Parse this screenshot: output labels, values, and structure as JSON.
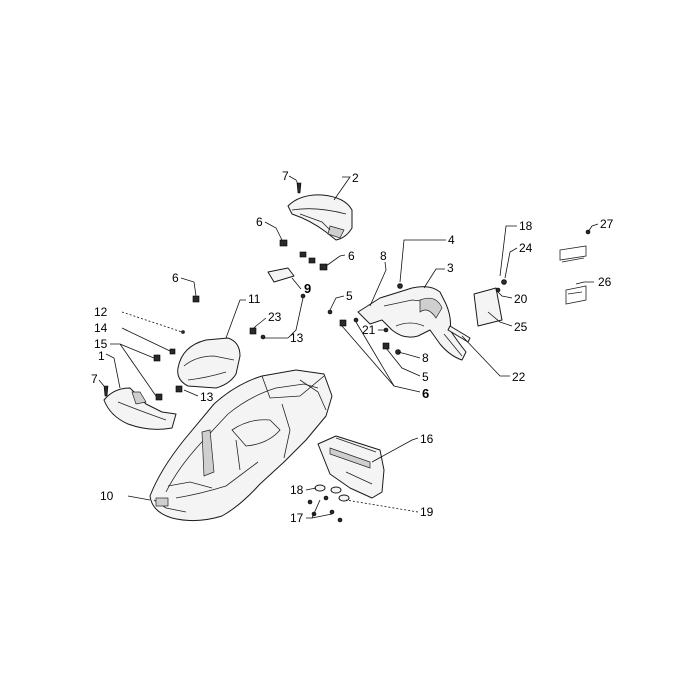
{
  "diagram": {
    "callouts": [
      {
        "id": "c1",
        "label": "1"
      },
      {
        "id": "c2",
        "label": "2"
      },
      {
        "id": "c3",
        "label": "3"
      },
      {
        "id": "c4",
        "label": "4"
      },
      {
        "id": "c5a",
        "label": "5"
      },
      {
        "id": "c5b",
        "label": "5"
      },
      {
        "id": "c6a",
        "label": "6"
      },
      {
        "id": "c6b",
        "label": "6"
      },
      {
        "id": "c6c",
        "label": "6"
      },
      {
        "id": "c6d",
        "label": "6"
      },
      {
        "id": "c7a",
        "label": "7"
      },
      {
        "id": "c7b",
        "label": "7"
      },
      {
        "id": "c8a",
        "label": "8"
      },
      {
        "id": "c8b",
        "label": "8"
      },
      {
        "id": "c9",
        "label": "9"
      },
      {
        "id": "c10",
        "label": "10"
      },
      {
        "id": "c11",
        "label": "11"
      },
      {
        "id": "c12",
        "label": "12"
      },
      {
        "id": "c13a",
        "label": "13"
      },
      {
        "id": "c13b",
        "label": "13"
      },
      {
        "id": "c14",
        "label": "14"
      },
      {
        "id": "c15",
        "label": "15"
      },
      {
        "id": "c16",
        "label": "16"
      },
      {
        "id": "c17",
        "label": "17"
      },
      {
        "id": "c18a",
        "label": "18"
      },
      {
        "id": "c18b",
        "label": "18"
      },
      {
        "id": "c19",
        "label": "19"
      },
      {
        "id": "c20",
        "label": "20"
      },
      {
        "id": "c21",
        "label": "21"
      },
      {
        "id": "c22",
        "label": "22"
      },
      {
        "id": "c23",
        "label": "23"
      },
      {
        "id": "c24",
        "label": "24"
      },
      {
        "id": "c25",
        "label": "25"
      },
      {
        "id": "c26",
        "label": "26"
      },
      {
        "id": "c27",
        "label": "27"
      }
    ]
  }
}
